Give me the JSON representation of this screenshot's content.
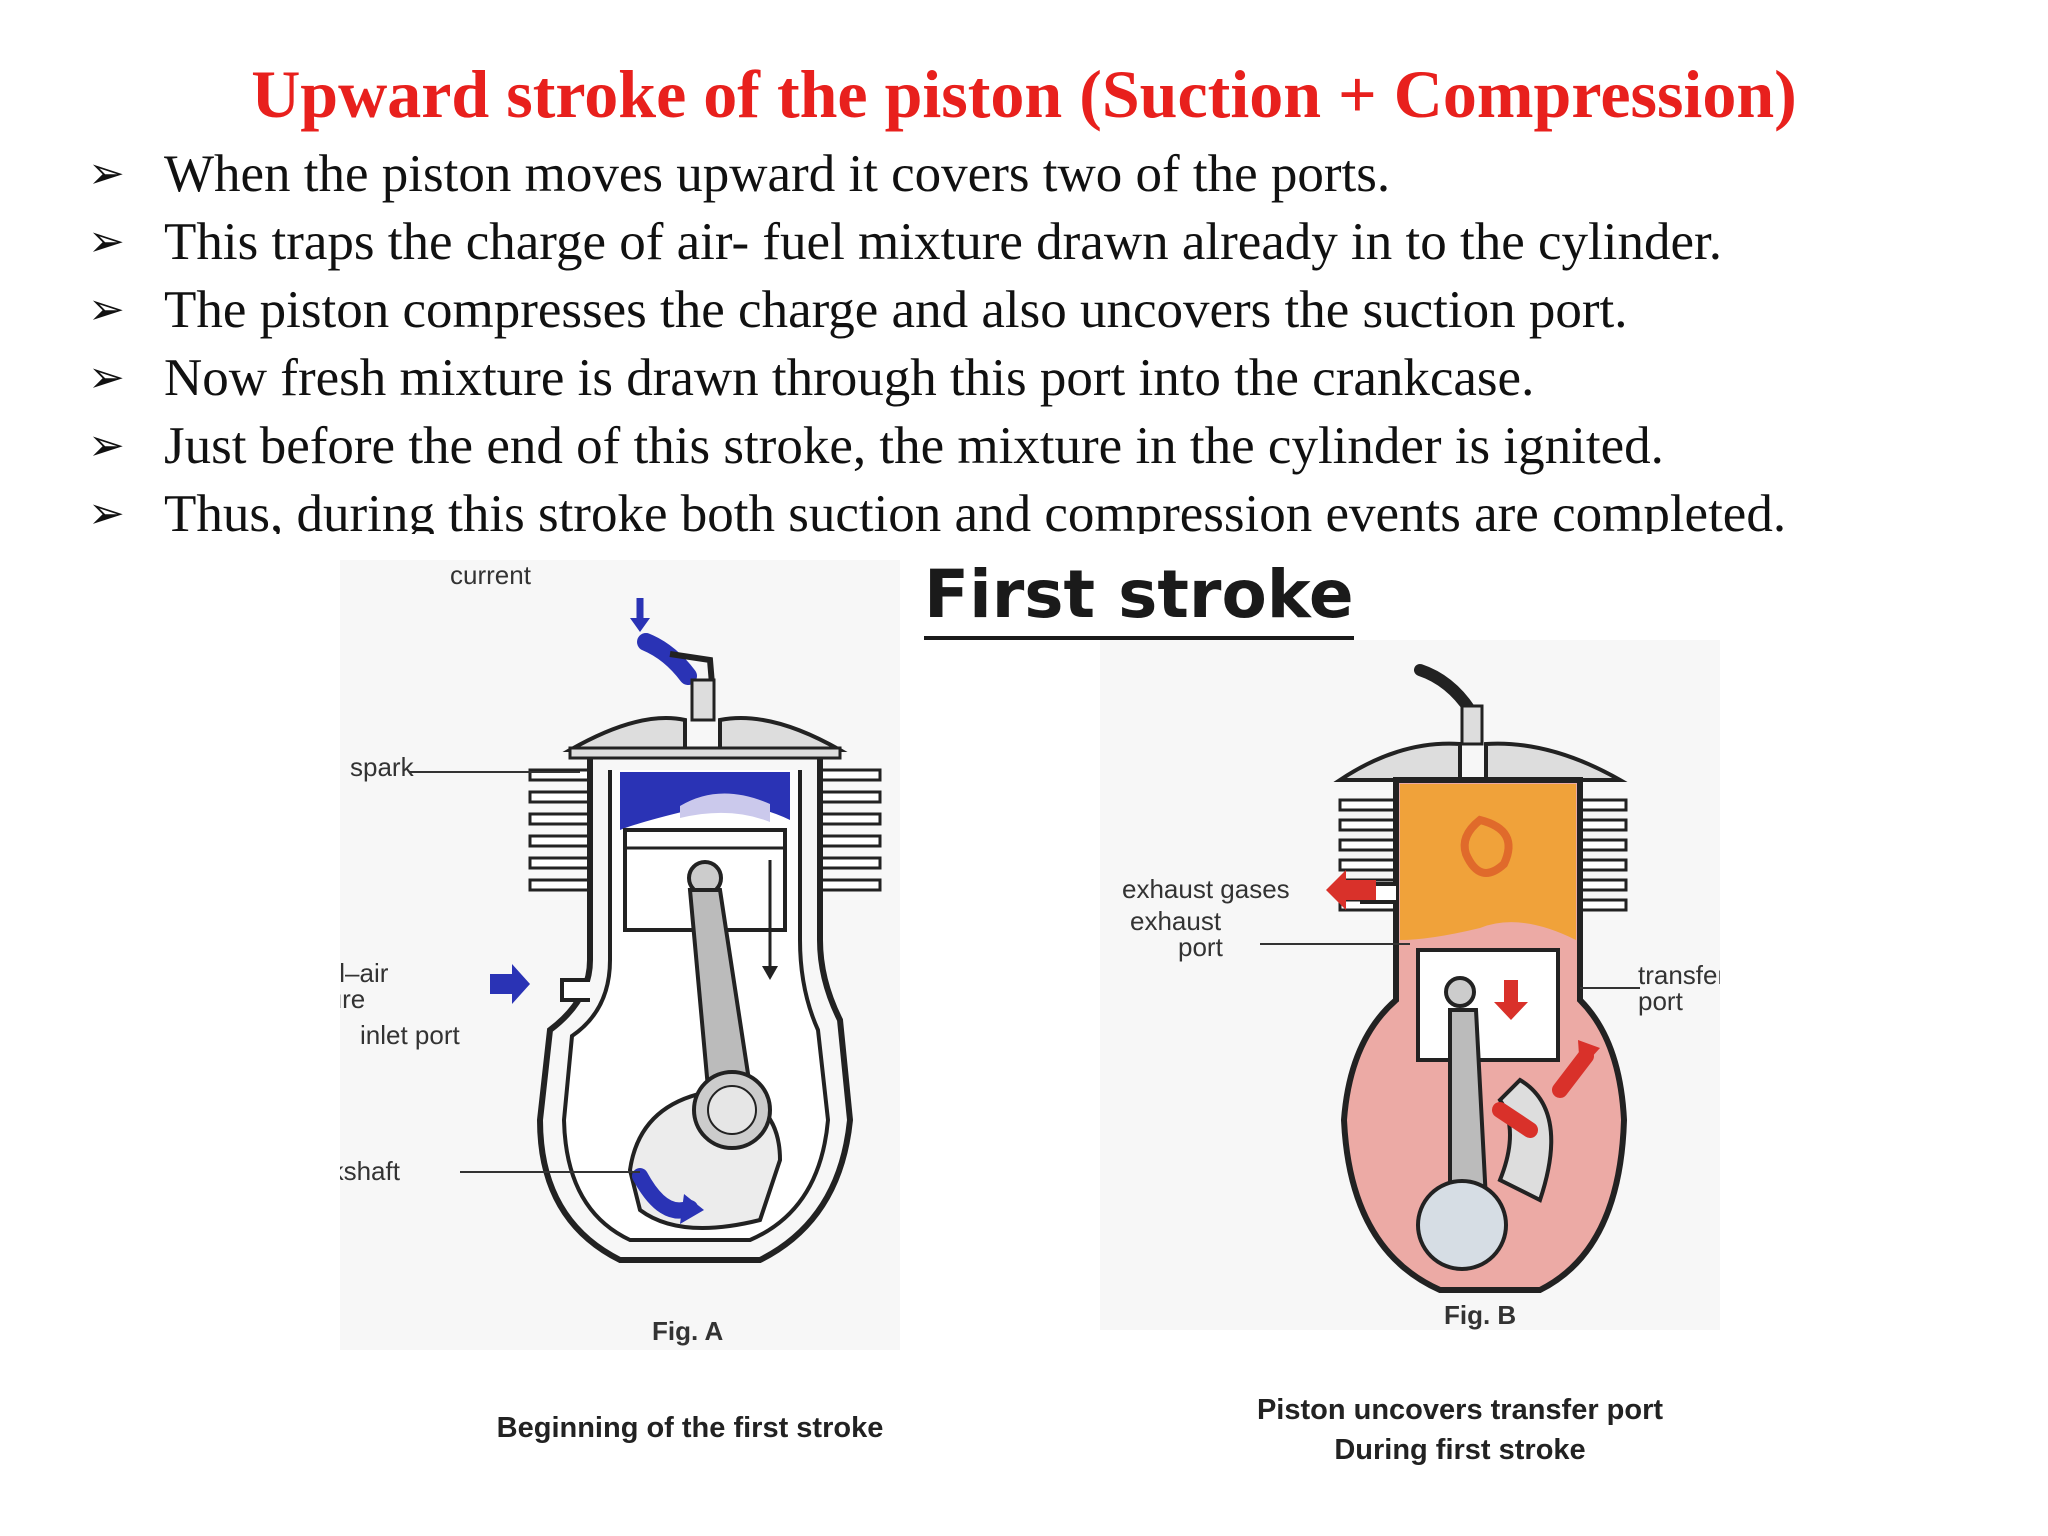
{
  "title": "Upward stroke of the piston (Suction + Compression)",
  "bullets": [
    "When the piston moves upward it covers two of the ports.",
    "This traps the charge of air- fuel mixture drawn already in to the cylinder.",
    "The piston compresses the charge and also uncovers the suction port.",
    "Now fresh mixture is drawn through this port into the crankcase.",
    "Just before the end of this stroke, the mixture in the cylinder is ignited.",
    "Thus, during this stroke both suction and compression events are completed."
  ],
  "bullet_icon": "arrowhead-bullet-icon",
  "figure_heading": "First stroke",
  "fig_a": {
    "labels": {
      "current": "current",
      "spark": "spark",
      "mixture_line1": "petrol–air",
      "mixture_line2": "mixture",
      "inlet": "inlet port",
      "crankshaft": "crankshaft"
    },
    "fig_label": "Fig. A",
    "caption": "Beginning of the first stroke"
  },
  "fig_b": {
    "labels": {
      "exhaust_gases": "exhaust gases",
      "exhaust_line1": "exhaust",
      "exhaust_line2": "port",
      "transfer_line1": "transfer",
      "transfer_line2": "port"
    },
    "fig_label": "Fig. B",
    "caption_line1": "Piston uncovers transfer port",
    "caption_line2": "During first stroke"
  },
  "colors": {
    "title": "#e8201d",
    "fresh_mixture": "#2a33b5",
    "burning_gas": "#f0a23a",
    "crankcase_b": "#ecaaa5",
    "arrow_red": "#d9312a"
  }
}
